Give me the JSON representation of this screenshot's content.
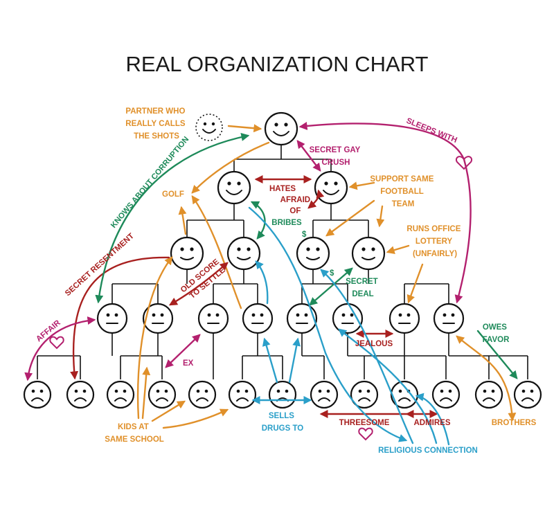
{
  "title": "REAL ORGANIZATION CHART",
  "colors": {
    "orange": "#e0902a",
    "red": "#a8201f",
    "magenta": "#b3206e",
    "green": "#1e8a5a",
    "blue": "#2a9fc9",
    "text": "#1a1a1a"
  },
  "labels": {
    "partner": [
      "PARTNER WHO",
      "REALLY CALLS",
      "THE SHOTS"
    ],
    "sleeps_with": "SLEEPS WITH",
    "knows_corruption": "KNOWS ABOUT CORRUPTION",
    "secret_gay_crush": [
      "SECRET GAY",
      "CRUSH"
    ],
    "hates": "HATES",
    "support_team": [
      "SUPPORT SAME",
      "FOOTBALL",
      "TEAM"
    ],
    "golf": "GOLF",
    "afraid_of_bribes": [
      "AFRAID",
      "OF",
      "BRIBES"
    ],
    "dollar1": "$",
    "runs_lottery": [
      "RUNS OFFICE",
      "LOTTERY",
      "(UNFAIRLY)"
    ],
    "secret_resentment": "SECRET RESENTMENT",
    "old_score": [
      "OLD SCORE",
      "TO SETTLE"
    ],
    "dollar2": "$",
    "secret_deal": [
      "SECRET",
      "DEAL"
    ],
    "affair": "AFFAIR",
    "owes_favor": [
      "OWES",
      "FAVOR"
    ],
    "jealous": "JEALOUS",
    "ex": "EX",
    "kids_school": [
      "KIDS AT",
      "SAME SCHOOL"
    ],
    "sells_drugs": [
      "SELLS",
      "DRUGS TO"
    ],
    "threesome": "THREESOME",
    "admires": "ADMIRES",
    "brothers": "BROTHERS",
    "religious": "RELIGIOUS CONNECTION"
  }
}
